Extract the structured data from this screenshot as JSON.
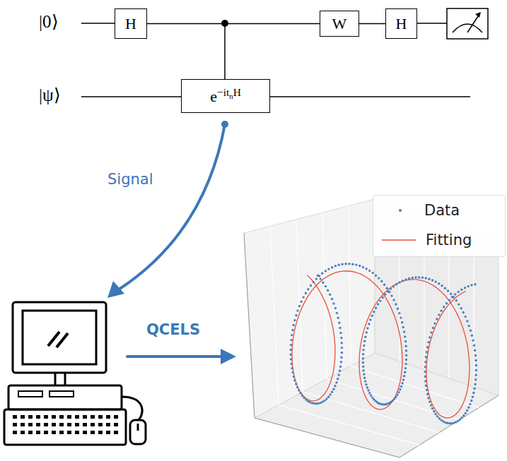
{
  "diagram": {
    "nodes": [
      {
        "text": [
          "H"
        ]
      },
      {
        "text": [
          "W"
        ]
      },
      {
        "text": [
          "H"
        ]
      },
      {
        "text": [
          "e",
          "−it",
          "n",
          "H"
        ]
      }
    ],
    "edges": [
      {
        "from": 0,
        "to": 1,
        "arrow": "none"
      },
      {
        "from": 1,
        "to": 2,
        "arrow": "none"
      }
    ],
    "labels": [
      "|0⟩",
      "|ψ⟩",
      "Signal",
      "QCELS"
    ],
    "legend": [
      {
        "text": "Data"
      },
      {
        "text": "Fitting"
      }
    ]
  }
}
